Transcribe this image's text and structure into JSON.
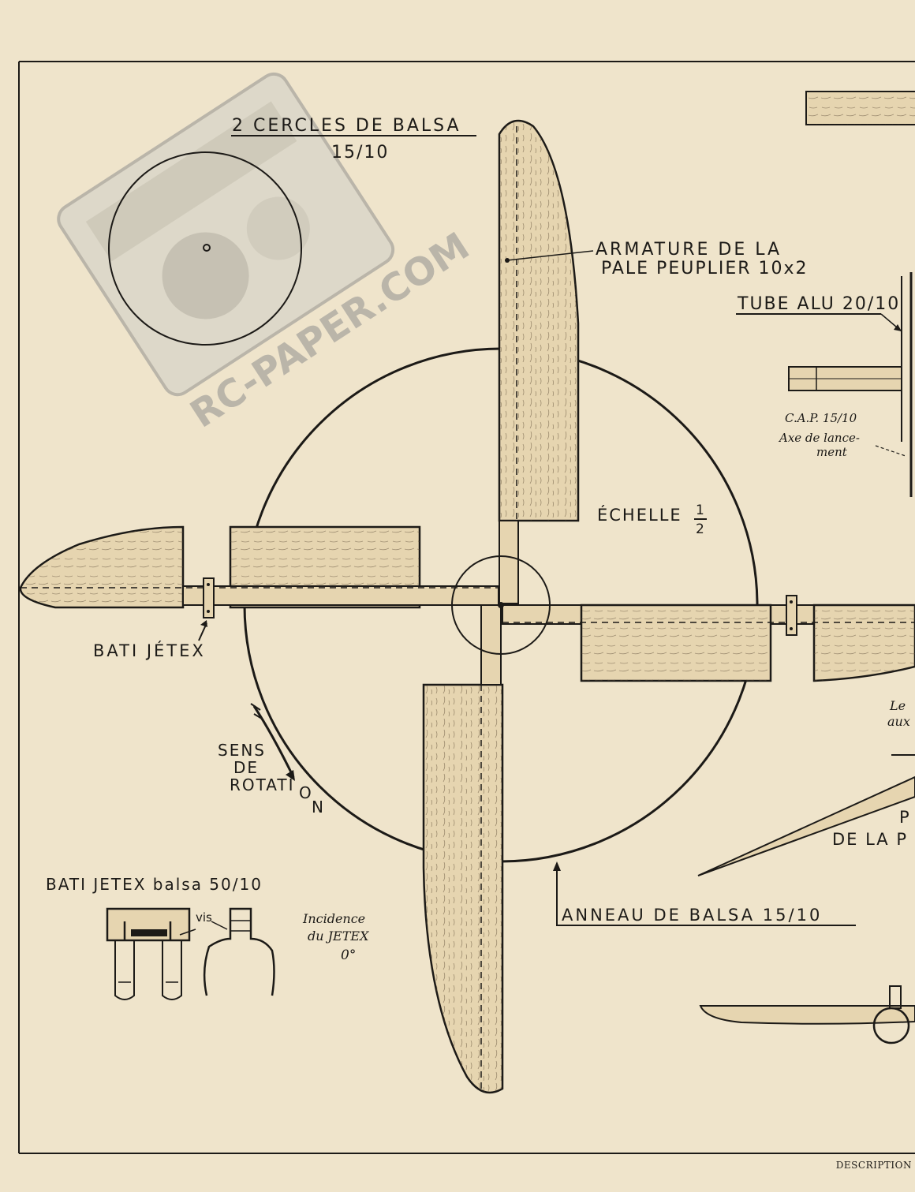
{
  "labels": {
    "balsa_circles_line1": "2 CERCLES DE BALSA",
    "balsa_circles_line2": "15/10",
    "armature_line1": "ARMATURE DE LA",
    "armature_line2": "PALE PEUPLIER 10x2",
    "tube_alu": "TUBE ALU 20/10",
    "cap": "C.A.P. 15/10",
    "axe_line1": "Axe de lance-",
    "axe_line2": "ment",
    "echelle": "ÉCHELLE",
    "echelle_num": "1",
    "echelle_den": "2",
    "bati_jetex": "BATI JÉTEX",
    "sens": "SENS",
    "de": "DE",
    "rotation_1": "ROTATI",
    "rotation_2": "O",
    "rotation_3": "N",
    "le_partial": "Le",
    "aux_partial": "aux",
    "p_partial": "P",
    "de_la_partial": "DE LA P",
    "anneau": "ANNEAU DE BALSA 15/10",
    "bati_jetex_detail": "BATI JETEX balsa 50/10",
    "vis": "vis",
    "incidence_1": "Incidence",
    "incidence_2": "du JETEX",
    "incidence_3": "0°",
    "footer": "DESCRIPTION"
  },
  "watermark": {
    "text": "RC-PAPER.COM",
    "color": "#8f8f8f"
  },
  "colors": {
    "paper": "#efe4cb",
    "ink": "#1c1a17",
    "wood": "#e6d5b0"
  }
}
